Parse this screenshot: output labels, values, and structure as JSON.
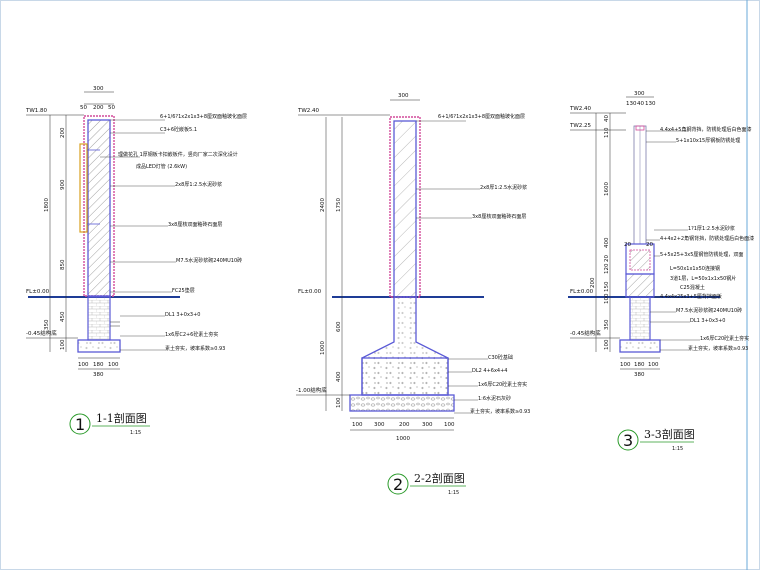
{
  "colors": {
    "outline": "#5a5ad6",
    "ground": "#1e3c96",
    "hatch": "#6a6a6a",
    "dimension": "#2a2a2a",
    "leader": "#d42020",
    "pink": "#d24a9a",
    "orange": "#d8a020",
    "circle": "#2a9a2a",
    "frame": "#6aaad8"
  },
  "sections": {
    "s1": {
      "number": "1",
      "title": "1-1剖面图",
      "scale": "1:15",
      "level_top": "TW1.80",
      "level_floor": "FL±0.00",
      "level_bottom": "-0.45结构底",
      "top_dims": [
        "300",
        "50",
        "200",
        "50"
      ],
      "bottom_dims": [
        "100",
        "180",
        "100",
        "380"
      ],
      "side_dims": [
        "200",
        "900",
        "850",
        "1800",
        "450",
        "350",
        "100"
      ],
      "notes": [
        "6+1/6?1x2x1x3+8厘双面釉玻化面层",
        "C3+6砼嵌板5.1",
        "理做花孔  1厚钢板卡扣嵌板件，竖向厂家二次深化设计",
        "成品LED灯管 (2.6kW)",
        "2x8厚1:2.5水泥砂浆",
        "3x8厘核双面釉砖石面层",
        "M7.5水泥砂浆砌240MU10砖",
        "FC25垫层",
        "DL1 3+0x3+0",
        "1x6厚C2+6砼素土夯实",
        "素土夯实，坡率系数≥0.93"
      ]
    },
    "s2": {
      "number": "2",
      "title": "2-2剖面图",
      "scale": "1:15",
      "level_top": "TW2.40",
      "level_floor": "FL±0.00",
      "level_bottom": "-1.00结构底",
      "top_dims": [
        "300"
      ],
      "bottom_dims": [
        "100",
        "300",
        "200",
        "300",
        "100",
        "1000"
      ],
      "side_dims": [
        "2400",
        "1750",
        "600",
        "1000",
        "400",
        "100"
      ],
      "notes": [
        "6+1/6?1x2x1x3+8厘双面釉玻化面层",
        "2x8厚1:2.5水泥砂浆",
        "3x8厘核双面釉砖石面层",
        "C30砼基础",
        "DL2 4+6x4+4",
        "1x6厚C20砼素土夯实",
        "1:6水泥石灰砂",
        "素土夯实，坡率系数≥0.93"
      ]
    },
    "s3": {
      "number": "3",
      "title": "3-3剖面图",
      "scale": "1:15",
      "level_top": "TW2.40",
      "level_mid": "TW2.25",
      "level_floor": "FL±0.00",
      "level_bottom": "-0.45结构底",
      "top_dims": [
        "300",
        "130",
        "40",
        "130"
      ],
      "bottom_dims": [
        "100",
        "180",
        "100",
        "380"
      ],
      "side_dims": [
        "40",
        "110",
        "1600",
        "400",
        "20",
        "120",
        "150",
        "200",
        "100",
        "350",
        "100"
      ],
      "notes": [
        "4.4x4+5角钢背挡，防锈处理后白色面漆",
        "5+1x10x15厚钢板防锈处理",
        "1?1厚1:2.5水泥砂浆",
        "4+4x2+2角钢背挡，防锈处理后白色面漆",
        "5+5x25+3x5厘钢管防锈处理，双面",
        "L=50x1x1x50连接钢",
        "3道1层，L=50x1x1x50钢片",
        "C25混凝土",
        "4.4x4x25x3+5厘背挡面板",
        "M7.5水泥砂浆砌240MU10砖",
        "DL1 3+0x3+0",
        "1x6厚C20砼素土夯实",
        "素土夯实，坡率系数≥0.93"
      ]
    }
  }
}
